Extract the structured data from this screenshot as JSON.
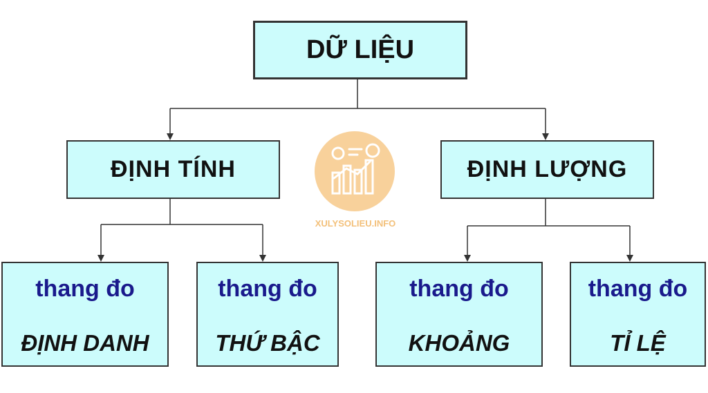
{
  "root": {
    "label": "DỮ LIỆU"
  },
  "branches": [
    {
      "label": "ĐỊNH TÍNH",
      "children": [
        {
          "line1": "thang đo",
          "line2": "ĐỊNH DANH"
        },
        {
          "line1": "thang đo",
          "line2": "THỨ BẬC"
        }
      ]
    },
    {
      "label": "ĐỊNH LƯỢNG",
      "children": [
        {
          "line1": "thang đo",
          "line2": "KHOẢNG"
        },
        {
          "line1": "thang đo",
          "line2": "TỈ LỆ"
        }
      ]
    }
  ],
  "watermark": {
    "text": "XULYSOLIEU.INFO",
    "color": "#f6c98a"
  },
  "colors": {
    "box_fill": "#ccfcfc",
    "border": "#333333",
    "leaf_top_text": "#1a1a8c"
  }
}
